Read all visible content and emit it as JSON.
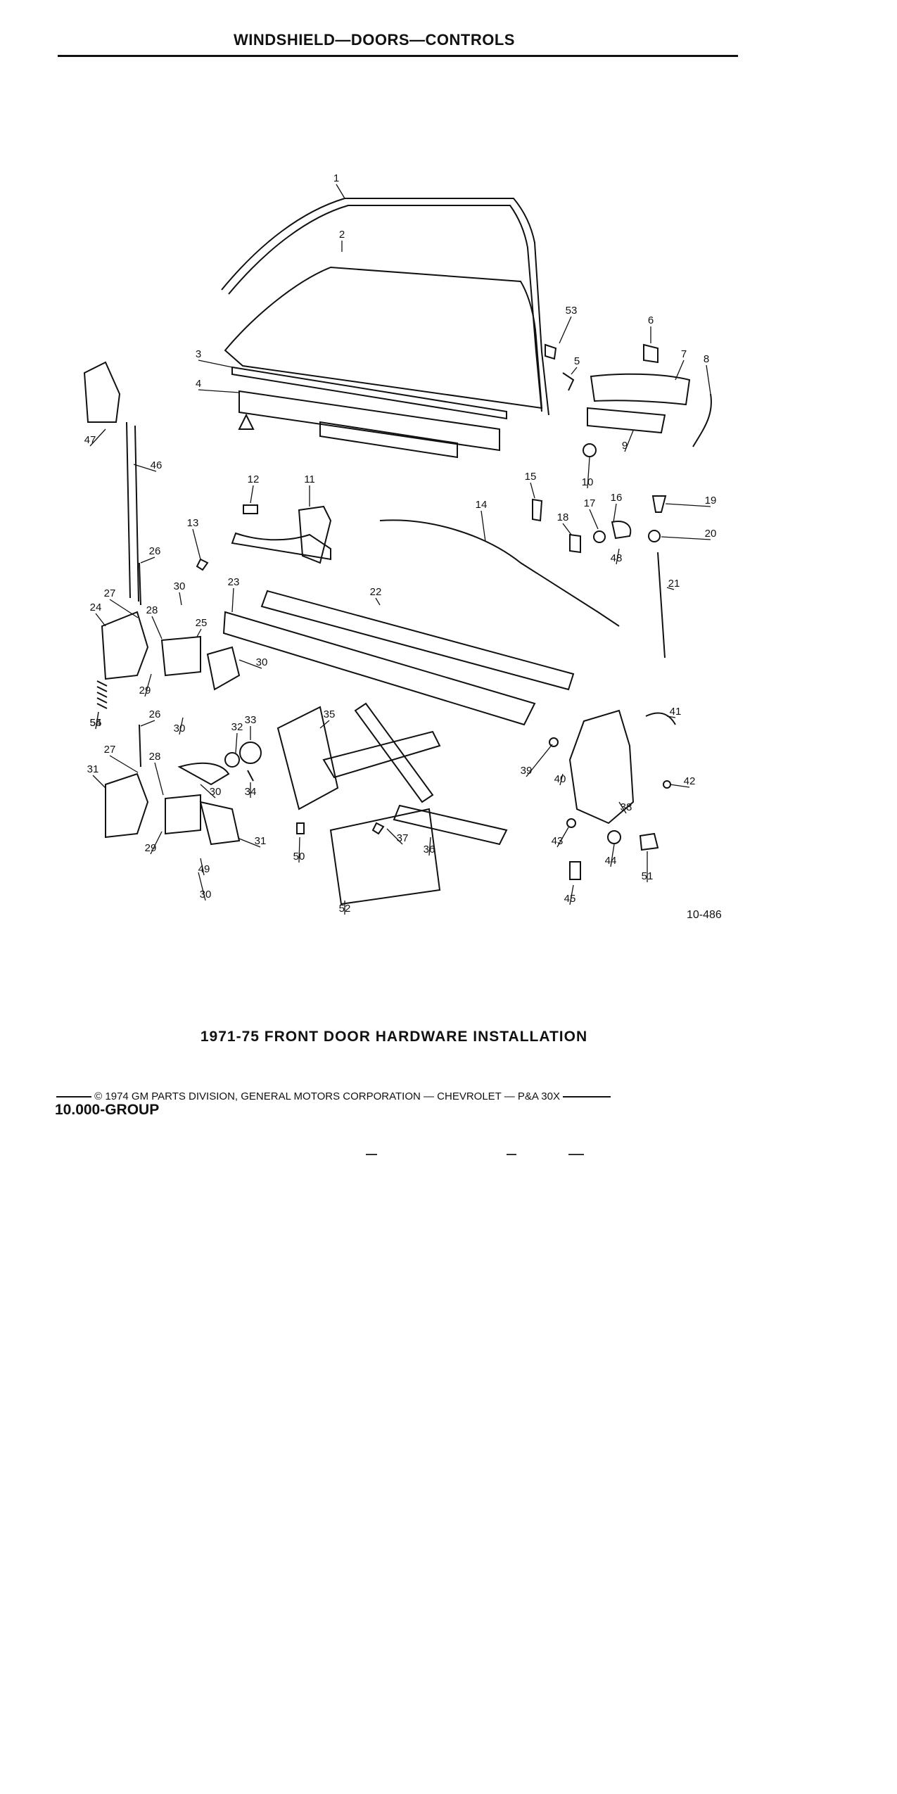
{
  "header": {
    "title": "WINDSHIELD—DOORS—CONTROLS"
  },
  "diagram": {
    "drawing_code": "10-486",
    "callouts": [
      "1",
      "2",
      "3",
      "4",
      "5",
      "6",
      "7",
      "8",
      "9",
      "10",
      "11",
      "12",
      "13",
      "14",
      "15",
      "16",
      "17",
      "18",
      "19",
      "20",
      "21",
      "22",
      "23",
      "24",
      "25",
      "26",
      "26",
      "27",
      "27",
      "28",
      "28",
      "29",
      "29",
      "30",
      "30",
      "30",
      "30",
      "30",
      "31",
      "31",
      "32",
      "33",
      "34",
      "35",
      "36",
      "37",
      "38",
      "39",
      "40",
      "41",
      "42",
      "43",
      "44",
      "45",
      "46",
      "47",
      "48",
      "49",
      "50",
      "51",
      "52",
      "53",
      "54",
      "55"
    ]
  },
  "caption": "1971-75 FRONT DOOR HARDWARE INSTALLATION",
  "footer": {
    "copyright": "© 1974 GM PARTS DIVISION, GENERAL MOTORS CORPORATION — CHEVROLET — P&A 30X",
    "group": "10.000-GROUP"
  }
}
